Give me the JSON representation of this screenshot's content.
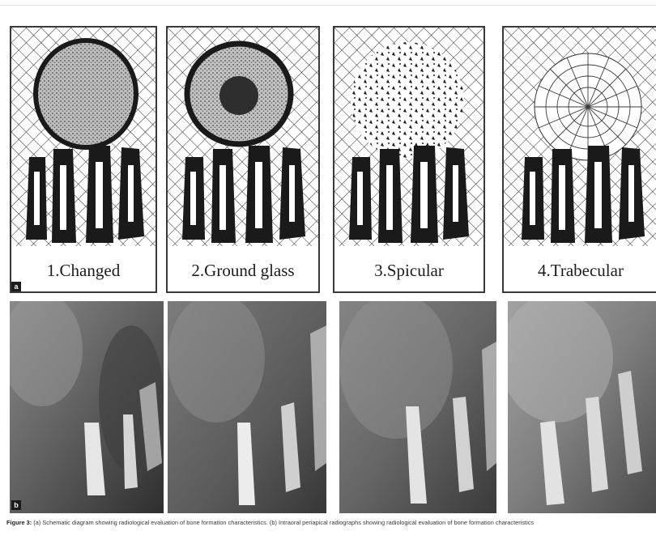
{
  "figure": {
    "panels": [
      {
        "label": "1.Changed"
      },
      {
        "label": "2.Ground glass"
      },
      {
        "label": "3.Spicular"
      },
      {
        "label": "4.Trabecular"
      }
    ],
    "tag_a": "a",
    "tag_b": "b",
    "caption": {
      "label": "Figure 3:",
      "text": " (a) Schematic diagram showing radiological evaluation of bone formation characteristics. (b) Intraoral periapical radiographs showing radiological evaluation of bone formation characteristics"
    }
  }
}
